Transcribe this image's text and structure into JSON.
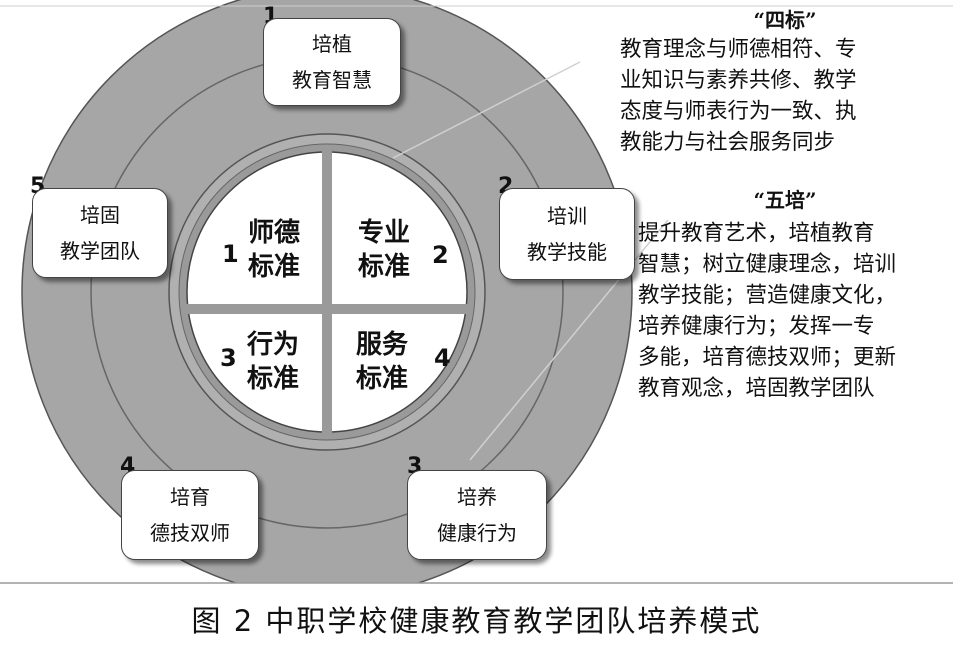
{
  "diagram": {
    "center": {
      "quadrants": [
        {
          "num": "1",
          "line1": "师德",
          "line2": "标准"
        },
        {
          "num": "2",
          "line1": "专业",
          "line2": "标准"
        },
        {
          "num": "3",
          "line1": "行为",
          "line2": "标准"
        },
        {
          "num": "4",
          "line1": "服务",
          "line2": "标准"
        }
      ]
    },
    "outer_boxes": [
      {
        "num": "1",
        "line1": "培植",
        "line2": "教育智慧"
      },
      {
        "num": "2",
        "line1": "培训",
        "line2": "教学技能"
      },
      {
        "num": "3",
        "line1": "培养",
        "line2": "健康行为"
      },
      {
        "num": "4",
        "line1": "培育",
        "line2": "德技双师"
      },
      {
        "num": "5",
        "line1": "培固",
        "line2": "教学团队"
      }
    ]
  },
  "side_notes": {
    "si_biao": {
      "title": "“四标”",
      "lines": [
        "教育理念与师德相符、专",
        "业知识与素养共修、教学",
        "态度与师表行为一致、执",
        "教能力与社会服务同步"
      ]
    },
    "wu_pei": {
      "title": "“五培”",
      "lines": [
        "提升教育艺术，培植教育",
        "智慧；树立健康理念，培训",
        "教学技能；营造健康文化，",
        "培养健康行为；发挥一专",
        "多能，培育德技双师；更新",
        "教育观念，培固教学团队"
      ]
    }
  },
  "caption": "图 2   中职学校健康教育教学团队培养模式",
  "colors": {
    "ring": "#a6a6a6",
    "ring_line": "#666666",
    "quadrant": "#ffffff"
  }
}
